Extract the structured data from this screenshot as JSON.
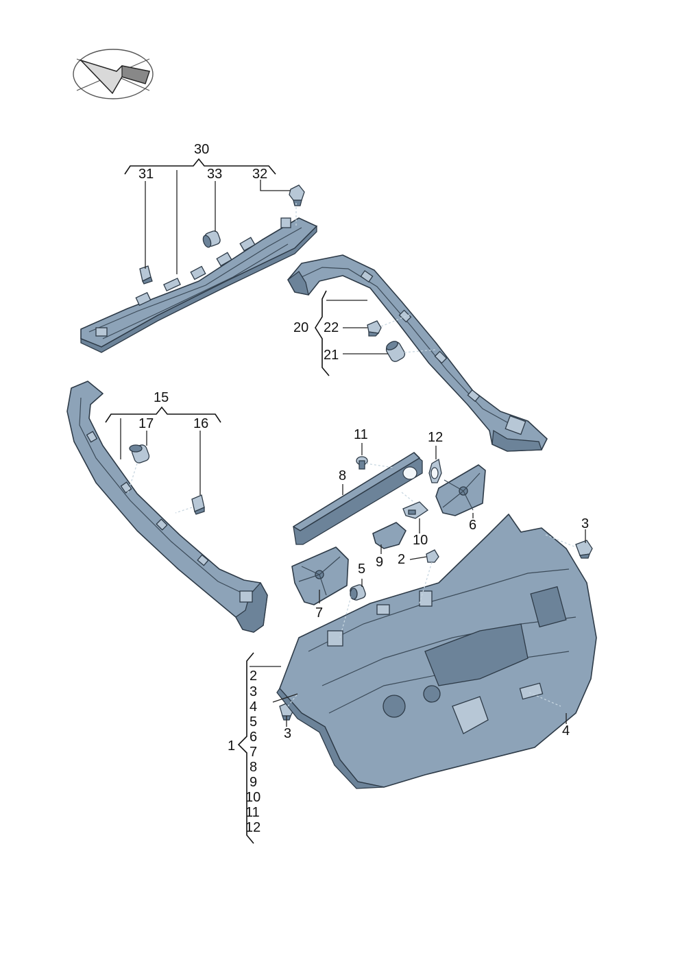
{
  "labels": {
    "p1": "1",
    "p2": "2",
    "p3": "3",
    "p3b": "3",
    "p4": "4",
    "p5": "5",
    "p6": "6",
    "p7": "7",
    "p8": "8",
    "p9": "9",
    "p10": "10",
    "p11": "11",
    "p12": "12",
    "p15": "15",
    "p16": "16",
    "p17": "17",
    "p20": "20",
    "p21": "21",
    "p22": "22",
    "p30": "30",
    "p31": "31",
    "p32": "32",
    "p33": "33"
  },
  "group_1": [
    "2",
    "3",
    "4",
    "5",
    "6",
    "7",
    "8",
    "9",
    "10",
    "11",
    "12"
  ]
}
